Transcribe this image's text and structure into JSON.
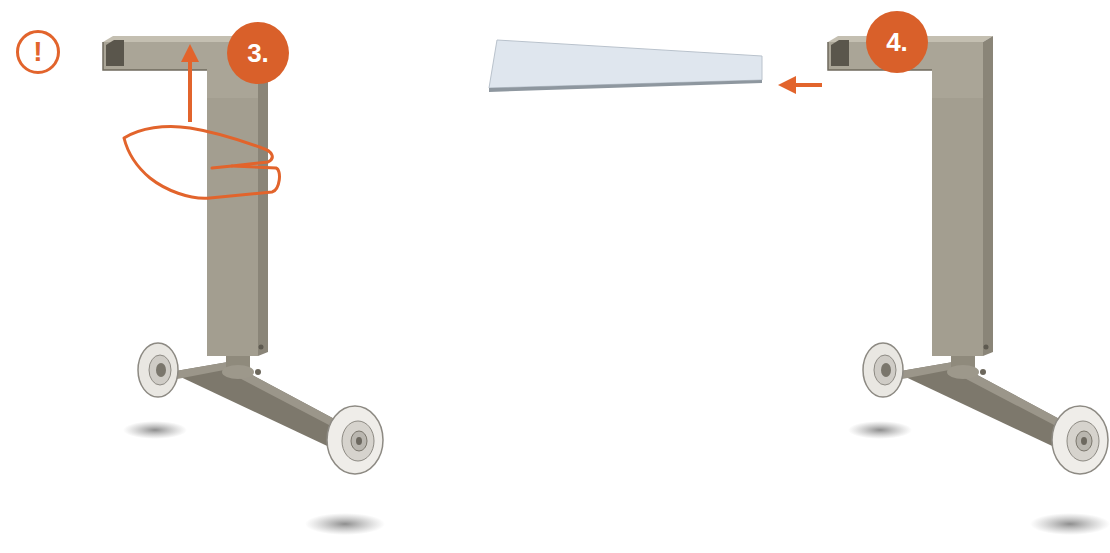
{
  "diagram": {
    "nodes": [
      {
        "text": [
          "!"
        ]
      },
      {
        "text": [
          "3."
        ]
      },
      {
        "text": [
          "4."
        ]
      }
    ]
  }
}
